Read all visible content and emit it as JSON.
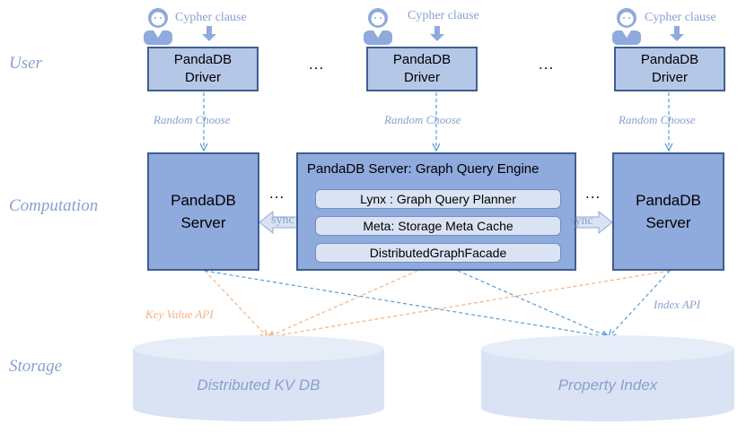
{
  "layers": {
    "user": "User",
    "computation": "Computation",
    "storage": "Storage"
  },
  "cypher_clause": "Cypher clause",
  "driver": {
    "line1": "PandaDB",
    "line2": "Driver"
  },
  "random_choose": "Random Choose",
  "ellipsis": "...",
  "server": {
    "line1": "PandaDB",
    "line2": "Server"
  },
  "engine": {
    "title": "PandaDB Server: Graph Query Engine",
    "items": [
      "Lynx : Graph Query Planner",
      "Meta: Storage Meta Cache",
      "DistributedGraphFacade"
    ]
  },
  "sync": "sync",
  "apis": {
    "key_value": "Key Value API",
    "index": "Index API"
  },
  "storage": {
    "kv": "Distributed KV DB",
    "index": "Property Index"
  },
  "colors": {
    "blue_line": "#5b9bd5",
    "orange_line": "#f4b183",
    "server_fill": "#8faadc",
    "driver_fill": "#b4c7e7",
    "label_text": "#8aa0cf"
  },
  "icons": [
    "user-icon",
    "arrow-down-icon",
    "double-arrow-icon"
  ]
}
